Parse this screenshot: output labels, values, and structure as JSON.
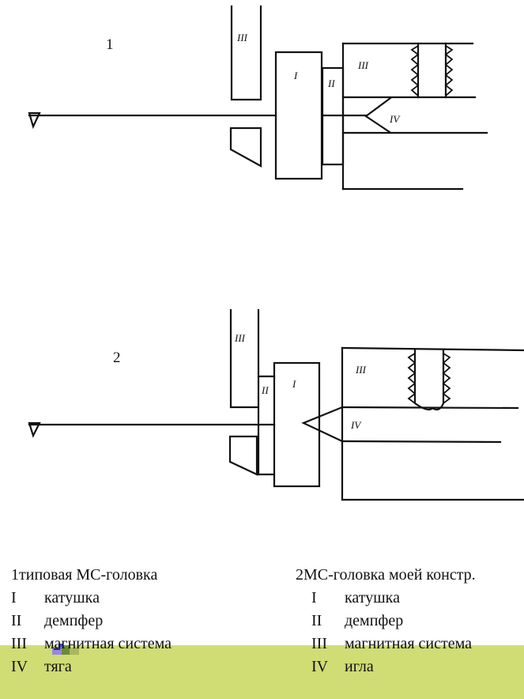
{
  "figures": [
    {
      "number": "1",
      "part_labels": {
        "coil": "I",
        "damper": "II",
        "magnet_top": "III",
        "magnet_right": "III",
        "rod": "IV"
      }
    },
    {
      "number": "2",
      "part_labels": {
        "coil": "I",
        "damper": "II",
        "magnet_top": "III",
        "magnet_right": "III",
        "needle": "IV"
      }
    }
  ],
  "legend_1": {
    "title": "1типовая МС-головка",
    "items": [
      {
        "numeral": "I",
        "text": "катушка"
      },
      {
        "numeral": "II",
        "text": "демпфер"
      },
      {
        "numeral": "III",
        "text": "магнитная система"
      },
      {
        "numeral": "IV",
        "text": "тяга"
      }
    ]
  },
  "legend_2": {
    "title": "2МС-головка моей констр.",
    "items": [
      {
        "numeral": "I",
        "text": "катушка"
      },
      {
        "numeral": "II",
        "text": "демпфер"
      },
      {
        "numeral": "III",
        "text": "магнитная система"
      },
      {
        "numeral": "IV",
        "text": "игла"
      }
    ]
  },
  "colors": {
    "band": "#d0dc74",
    "ink": "#111111",
    "background": "#ffffff"
  }
}
